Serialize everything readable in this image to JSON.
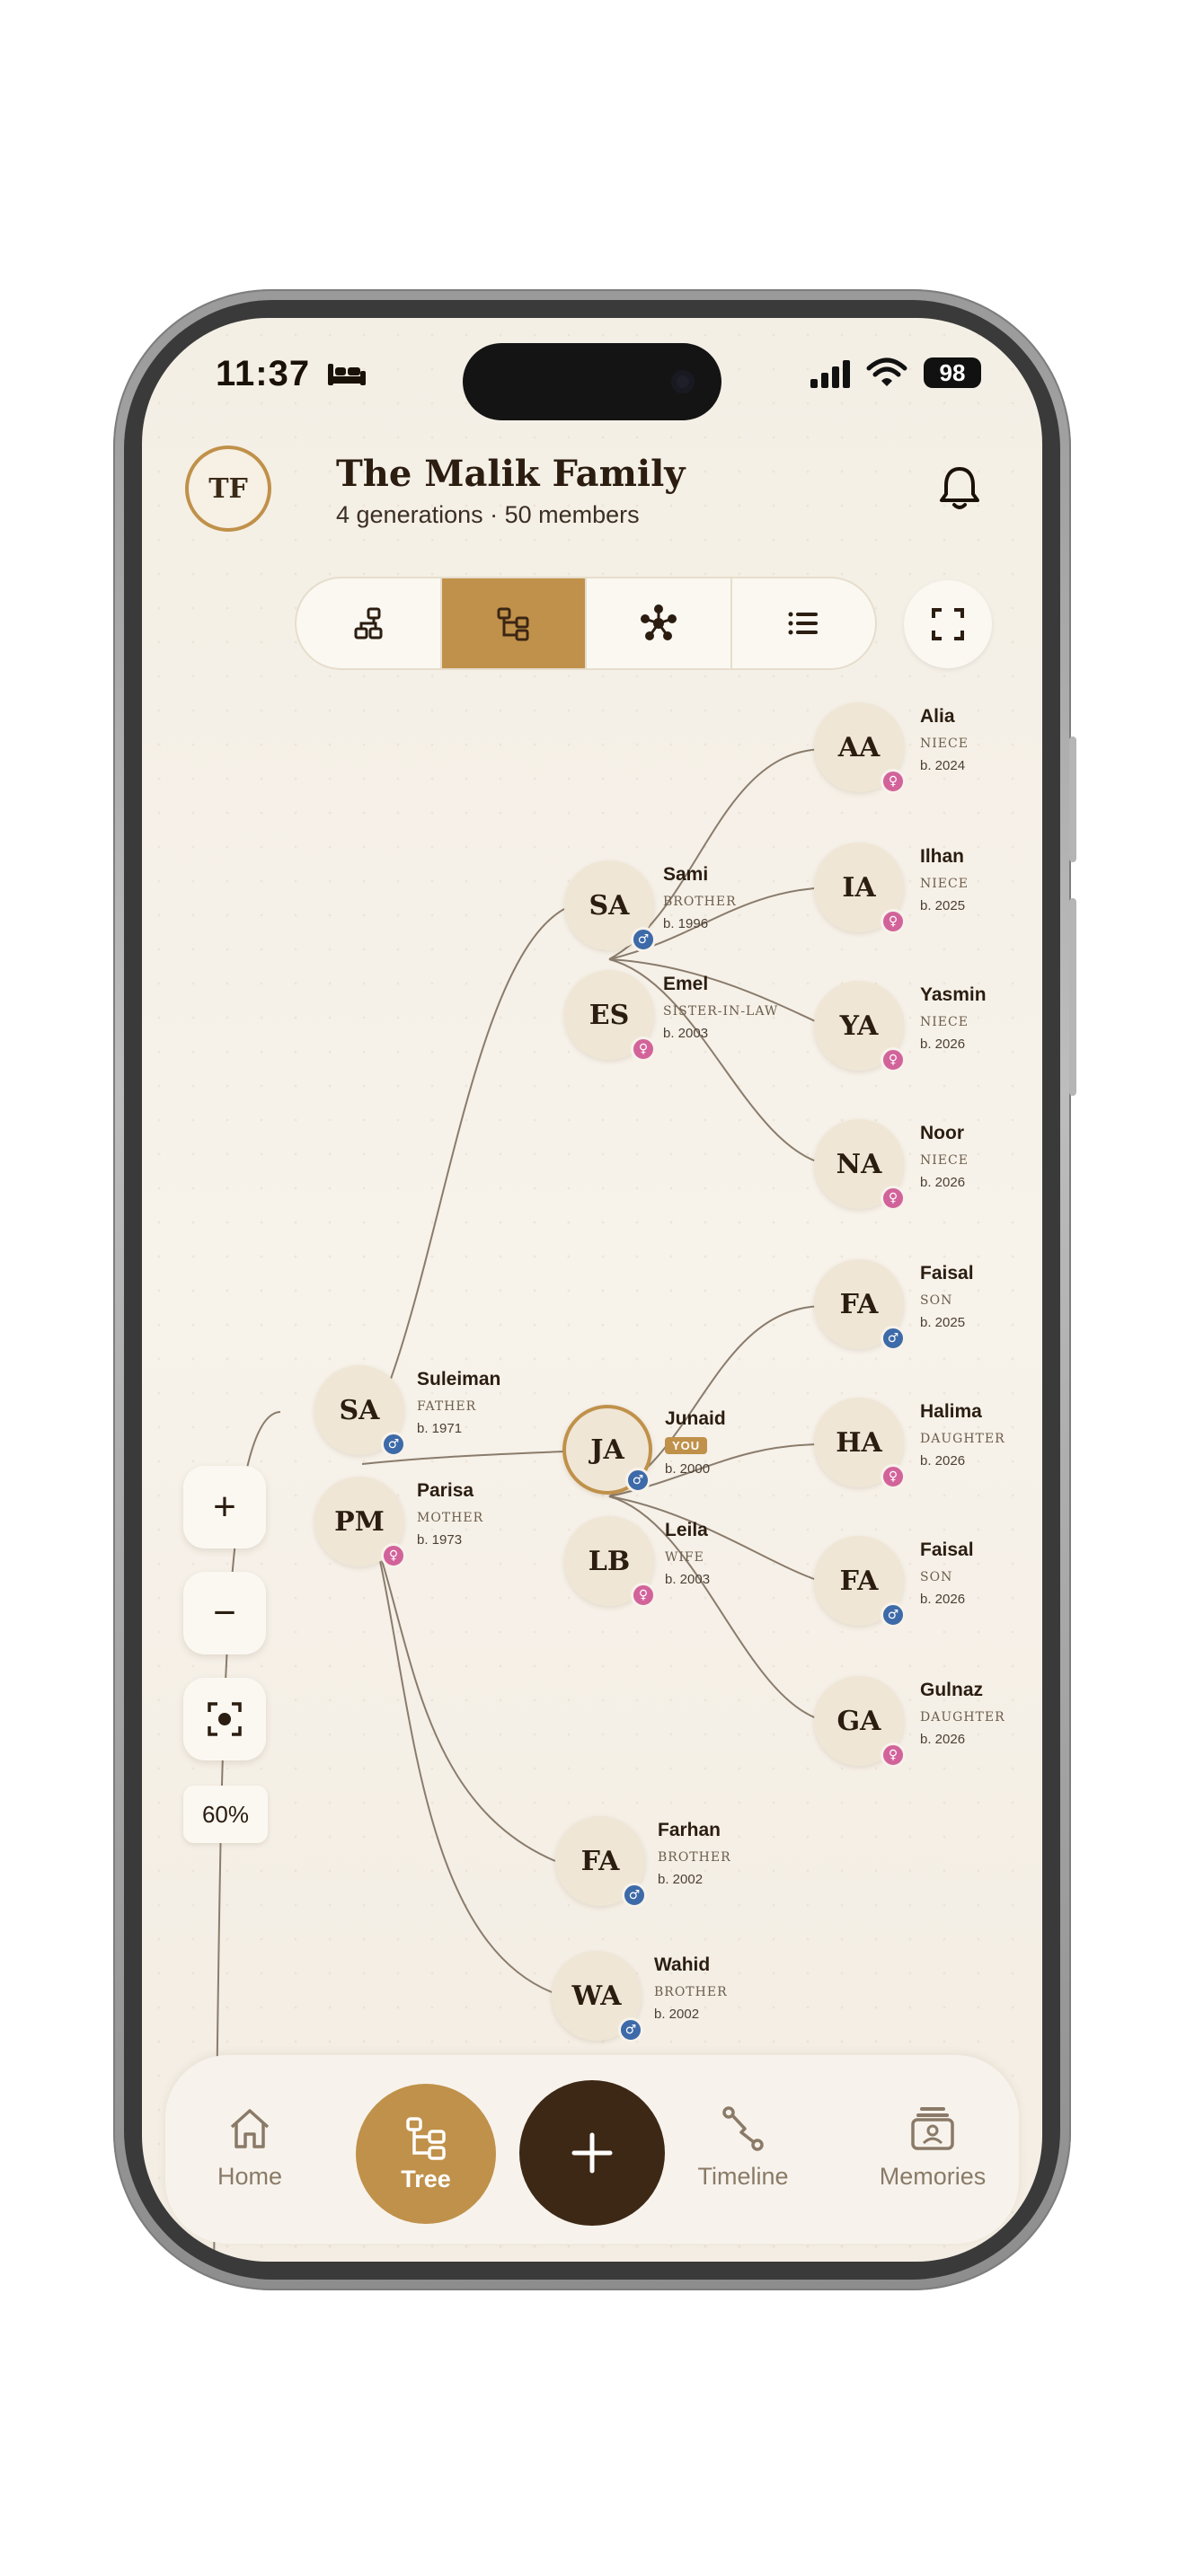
{
  "status": {
    "time": "11:37",
    "battery": "98"
  },
  "header": {
    "avatar_initials": "TF",
    "title": "The Malik Family",
    "subtitle": "4 generations · 50 members"
  },
  "view_modes": {
    "items": [
      {
        "icon": "hierarchy-icon",
        "active": false
      },
      {
        "icon": "tree-icon",
        "active": true
      },
      {
        "icon": "network-icon",
        "active": false
      },
      {
        "icon": "list-icon",
        "active": false
      }
    ]
  },
  "tree": {
    "people": [
      {
        "initials": "AA",
        "name": "Alia",
        "role": "NIECE",
        "born": "b. 2024",
        "gender": "f"
      },
      {
        "initials": "IA",
        "name": "Ilhan",
        "role": "NIECE",
        "born": "b. 2025",
        "gender": "f"
      },
      {
        "initials": "SA",
        "name": "Sami",
        "role": "BROTHER",
        "born": "b. 1996",
        "gender": "m"
      },
      {
        "initials": "ES",
        "name": "Emel",
        "role": "SISTER-IN-LAW",
        "born": "b. 2003",
        "gender": "f"
      },
      {
        "initials": "YA",
        "name": "Yasmin",
        "role": "NIECE",
        "born": "b. 2026",
        "gender": "f"
      },
      {
        "initials": "NA",
        "name": "Noor",
        "role": "NIECE",
        "born": "b. 2026",
        "gender": "f"
      },
      {
        "initials": "FA",
        "name": "Faisal",
        "role": "SON",
        "born": "b. 2025",
        "gender": "m"
      },
      {
        "initials": "SA",
        "name": "Suleiman",
        "role": "FATHER",
        "born": "b. 1971",
        "gender": "m"
      },
      {
        "initials": "JA",
        "name": "Junaid",
        "role": "YOU",
        "born": "b. 2000",
        "gender": "m",
        "is_you": true
      },
      {
        "initials": "HA",
        "name": "Halima",
        "role": "DAUGHTER",
        "born": "b. 2026",
        "gender": "f"
      },
      {
        "initials": "PM",
        "name": "Parisa",
        "role": "MOTHER",
        "born": "b. 1973",
        "gender": "f"
      },
      {
        "initials": "LB",
        "name": "Leila",
        "role": "WIFE",
        "born": "b. 2003",
        "gender": "f"
      },
      {
        "initials": "FA",
        "name": "Faisal",
        "role": "SON",
        "born": "b. 2026",
        "gender": "m"
      },
      {
        "initials": "GA",
        "name": "Gulnaz",
        "role": "DAUGHTER",
        "born": "b. 2026",
        "gender": "f"
      },
      {
        "initials": "FA",
        "name": "Farhan",
        "role": "BROTHER",
        "born": "b. 2002",
        "gender": "m"
      },
      {
        "initials": "WA",
        "name": "Wahid",
        "role": "BROTHER",
        "born": "b. 2002",
        "gender": "m"
      }
    ]
  },
  "zoom": {
    "plus": "+",
    "minus": "−",
    "level": "60%"
  },
  "nav": {
    "home": "Home",
    "tree": "Tree",
    "timeline": "Timeline",
    "memories": "Memories"
  },
  "colors": {
    "accent": "#c0914a",
    "dark": "#3d2816",
    "male": "#3d6aa8",
    "female": "#d2639a",
    "background": "#f5f0e7"
  }
}
